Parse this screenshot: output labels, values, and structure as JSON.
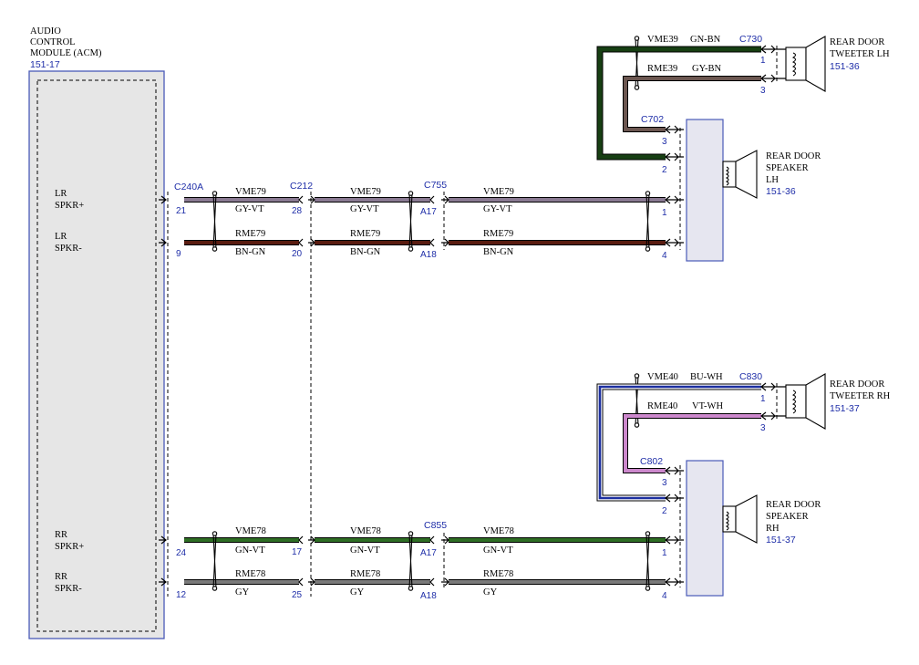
{
  "module": {
    "title_lines": [
      "AUDIO",
      "CONTROL",
      "MODULE (ACM)"
    ],
    "ref": "151-17",
    "pins": [
      {
        "name_lines": [
          "LR",
          "SPKR+"
        ]
      },
      {
        "name_lines": [
          "LR",
          "SPKR-"
        ]
      },
      {
        "name_lines": [
          "RR",
          "SPKR+"
        ]
      },
      {
        "name_lines": [
          "RR",
          "SPKR-"
        ]
      }
    ]
  },
  "connectors": {
    "c240a": "C240A",
    "c212": "C212",
    "c755": "C755",
    "c855": "C855",
    "c702": "C702",
    "c802": "C802",
    "c730": "C730",
    "c830": "C830"
  },
  "colors": {
    "GY-VT": "#8a7a92",
    "BN-GN": "#5a1c10",
    "GN-VT": "#2e6e24",
    "GY": "#7a7a7a",
    "GN-BN": "#173f13",
    "GY-BN": "#6b5650",
    "BU-WH": "#1c2fa0",
    "VT-WH": "#cc88cc",
    "pin_text": "#1f2ea8",
    "module_fill": "#e6e6e6",
    "module_border": "#4a5ab8"
  },
  "circuits": [
    {
      "id": "lr_pos",
      "circuit": "VME79",
      "color": "GY-VT",
      "pins": [
        "21",
        "28",
        "A17",
        "1"
      ]
    },
    {
      "id": "lr_neg",
      "circuit": "RME79",
      "color": "BN-GN",
      "pins": [
        "9",
        "20",
        "A18",
        "4"
      ]
    },
    {
      "id": "rr_pos",
      "circuit": "VME78",
      "color": "GN-VT",
      "pins": [
        "24",
        "17",
        "A17",
        "1"
      ]
    },
    {
      "id": "rr_neg",
      "circuit": "RME78",
      "color": "GY",
      "pins": [
        "12",
        "25",
        "A18",
        "4"
      ]
    }
  ],
  "tweeter_circuits": [
    {
      "id": "lh_pos",
      "circuit": "VME39",
      "color": "GN-BN",
      "pin_tweeter": "1",
      "pin_speaker": "2"
    },
    {
      "id": "lh_neg",
      "circuit": "RME39",
      "color": "GY-BN",
      "pin_tweeter": "3",
      "pin_speaker": "3"
    },
    {
      "id": "rh_pos",
      "circuit": "VME40",
      "color": "BU-WH",
      "pin_tweeter": "1",
      "pin_speaker": "2"
    },
    {
      "id": "rh_neg",
      "circuit": "RME40",
      "color": "VT-WH",
      "pin_tweeter": "3",
      "pin_speaker": "3"
    }
  ],
  "components": {
    "speaker_lh": {
      "lines": [
        "REAR DOOR",
        "SPEAKER",
        "LH"
      ],
      "ref": "151-36"
    },
    "speaker_rh": {
      "lines": [
        "REAR DOOR",
        "SPEAKER",
        "RH"
      ],
      "ref": "151-37"
    },
    "tweeter_lh": {
      "lines": [
        "REAR DOOR",
        "TWEETER LH"
      ],
      "ref": "151-36"
    },
    "tweeter_rh": {
      "lines": [
        "REAR DOOR",
        "TWEETER RH"
      ],
      "ref": "151-37"
    }
  }
}
